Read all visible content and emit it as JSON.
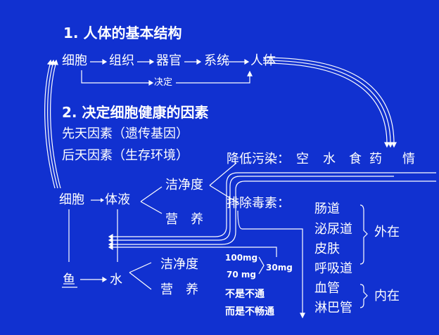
{
  "section1": {
    "title": "1. 人体的基本结构",
    "chain": [
      "细胞",
      "组织",
      "器官",
      "系统",
      "人体"
    ],
    "decides": "决定"
  },
  "section2": {
    "title": "2. 决定细胞健康的因素",
    "innate": "先天因素（遗传基因）",
    "acquired": "后天因素（生存环境）"
  },
  "pollution": {
    "label": "降低污染：",
    "items": [
      "空",
      "水",
      "食",
      "药",
      "情"
    ]
  },
  "cell_row": {
    "cell": "细胞",
    "fluid": "体液",
    "clean": "洁净度",
    "nutrition": "营　养"
  },
  "fish_row": {
    "fish": "鱼",
    "water": "水",
    "clean": "洁净度",
    "nutrition": "营　养"
  },
  "mg": {
    "a": "100mg",
    "b": "70 mg",
    "c": "30mg"
  },
  "flow": {
    "line1": "不是不通",
    "line2": "而是不畅通"
  },
  "detox": {
    "label": "排除毒素：",
    "organs": [
      "肠道",
      "泌尿道",
      "皮肤",
      "呼吸道",
      "血管",
      "淋巴管"
    ],
    "external": "外在",
    "internal": "内在"
  },
  "colors": {
    "background": "#1131d0",
    "foreground": "#ffffff"
  }
}
